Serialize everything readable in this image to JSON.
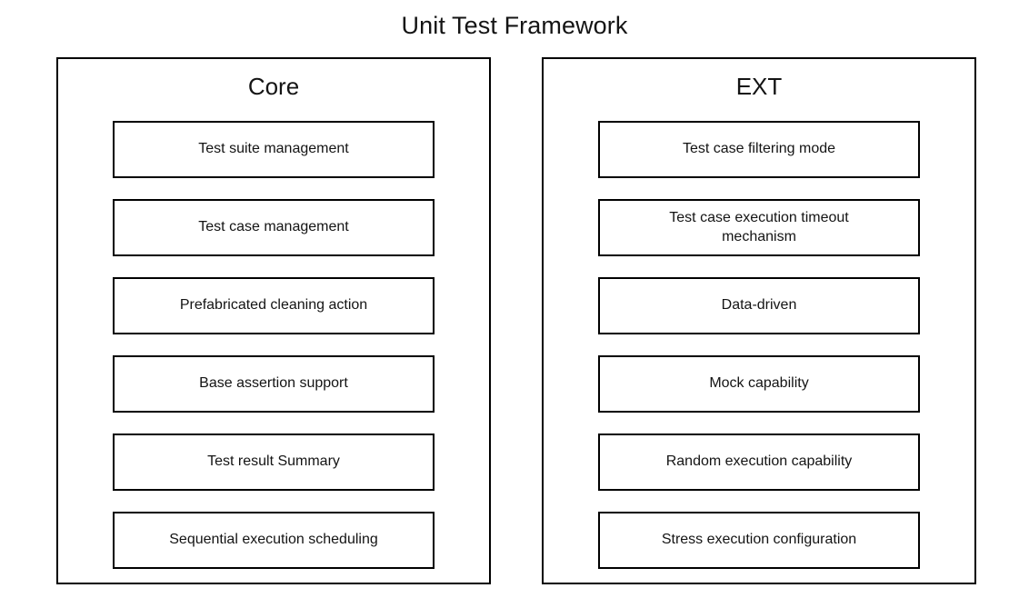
{
  "title": "Unit Test Framework",
  "panels": [
    {
      "id": "core",
      "header": "Core",
      "items": [
        {
          "label": "Test suite management"
        },
        {
          "label": "Test case management"
        },
        {
          "label": "Prefabricated cleaning action"
        },
        {
          "label": "Base assertion support"
        },
        {
          "label": "Test result Summary"
        },
        {
          "label": "Sequential execution scheduling"
        }
      ]
    },
    {
      "id": "ext",
      "header": "EXT",
      "items": [
        {
          "label": "Test case filtering mode"
        },
        {
          "label": "Test case execution timeout\nmechanism"
        },
        {
          "label": "Data-driven"
        },
        {
          "label": "Mock capability"
        },
        {
          "label": "Random execution capability"
        },
        {
          "label": "Stress execution configuration"
        }
      ]
    }
  ],
  "colors": {
    "background": "#ffffff",
    "stroke": "#000000",
    "text": "#141414"
  }
}
